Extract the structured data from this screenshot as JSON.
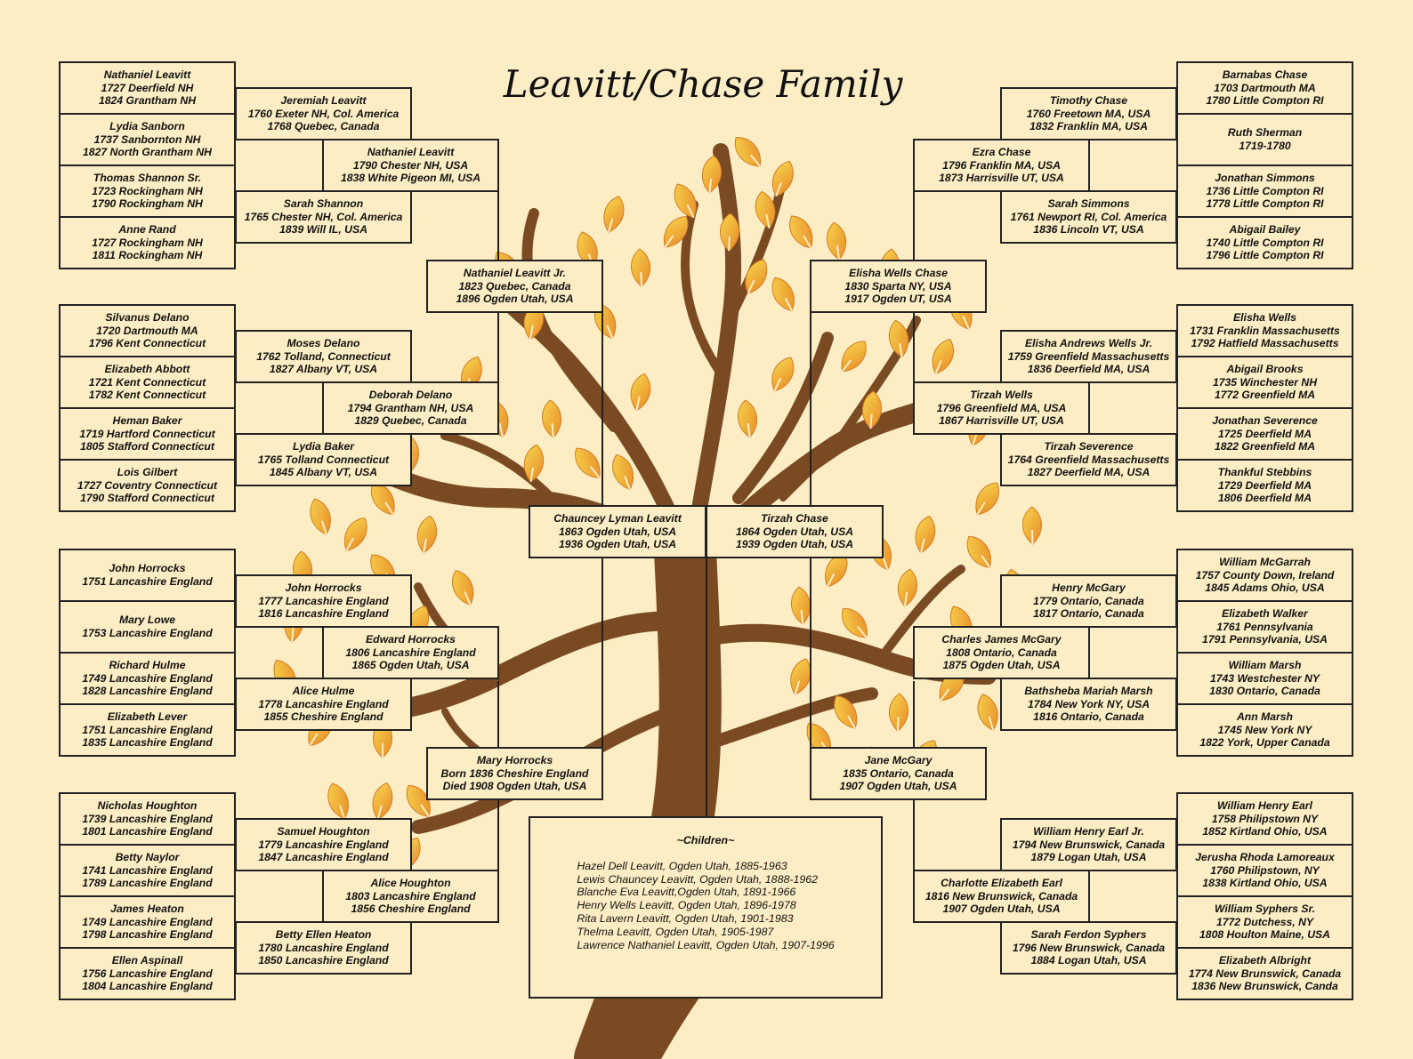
{
  "title": "Leavitt/Chase Family",
  "colors": {
    "background": "#fcedc4",
    "trunk": "#7a4a23",
    "leaf_light": "#f6d24a",
    "leaf_dark": "#e8902a",
    "border": "#222222"
  },
  "left": {
    "great_great_grandparents": [
      {
        "name": "Nathaniel Leavitt",
        "line2": "1727 Deerfield NH",
        "line3": "1824 Grantham NH"
      },
      {
        "name": "Lydia Sanborn",
        "line2": "1737 Sanbornton NH",
        "line3": "1827 North Grantham NH"
      },
      {
        "name": "Thomas Shannon Sr.",
        "line2": "1723 Rockingham NH",
        "line3": "1790 Rockingham NH"
      },
      {
        "name": "Anne Rand",
        "line2": "1727 Rockingham NH",
        "line3": "1811 Rockingham NH"
      },
      {
        "name": "Silvanus Delano",
        "line2": "1720 Dartmouth MA",
        "line3": "1796 Kent Connecticut"
      },
      {
        "name": "Elizabeth Abbott",
        "line2": "1721 Kent Connecticut",
        "line3": "1782 Kent Connecticut"
      },
      {
        "name": "Heman Baker",
        "line2": "1719 Hartford Connecticut",
        "line3": "1805 Stafford Connecticut"
      },
      {
        "name": "Lois Gilbert",
        "line2": "1727 Coventry Connecticut",
        "line3": "1790 Stafford Connecticut"
      },
      {
        "name": "John Horrocks",
        "line2": "1751 Lancashire England",
        "line3": ""
      },
      {
        "name": "Mary Lowe",
        "line2": "1753 Lancashire England",
        "line3": ""
      },
      {
        "name": "Richard Hulme",
        "line2": "1749 Lancashire England",
        "line3": "1828 Lancashire England"
      },
      {
        "name": "Elizabeth Lever",
        "line2": "1751 Lancashire England",
        "line3": "1835 Lancashire England"
      },
      {
        "name": "Nicholas Houghton",
        "line2": "1739 Lancashire England",
        "line3": "1801 Lancashire England"
      },
      {
        "name": "Betty Naylor",
        "line2": "1741 Lancashire England",
        "line3": "1789 Lancashire England"
      },
      {
        "name": "James Heaton",
        "line2": "1749 Lancashire England",
        "line3": "1798 Lancashire England"
      },
      {
        "name": "Ellen Aspinall",
        "line2": "1756 Lancashire England",
        "line3": "1804 Lancashire England"
      }
    ],
    "great_grandparents": [
      {
        "name": "Jeremiah Leavitt",
        "line2": "1760 Exeter NH, Col. America",
        "line3": "1768 Quebec, Canada"
      },
      {
        "name": "Sarah Shannon",
        "line2": "1765 Chester NH, Col. America",
        "line3": "1839 Will IL, USA"
      },
      {
        "name": "Moses Delano",
        "line2": "1762 Tolland, Connecticut",
        "line3": "1827 Albany VT, USA"
      },
      {
        "name": "Lydia Baker",
        "line2": "1765 Tolland Connecticut",
        "line3": "1845 Albany VT, USA"
      },
      {
        "name": "John Horrocks",
        "line2": "1777 Lancashire England",
        "line3": "1816 Lancashire England"
      },
      {
        "name": "Alice Hulme",
        "line2": "1778 Lancashire England",
        "line3": "1855 Cheshire England"
      },
      {
        "name": "Samuel Houghton",
        "line2": "1779 Lancashire England",
        "line3": "1847 Lancashire England"
      },
      {
        "name": "Betty Ellen Heaton",
        "line2": "1780 Lancashire England",
        "line3": "1850 Lancashire England"
      }
    ],
    "grandparents": [
      {
        "name": "Nathaniel Leavitt",
        "line2": "1790 Chester NH, USA",
        "line3": "1838 White Pigeon MI, USA"
      },
      {
        "name": "Deborah Delano",
        "line2": "1794 Grantham NH, USA",
        "line3": "1829 Quebec, Canada"
      },
      {
        "name": "Edward Horrocks",
        "line2": "1806 Lancashire England",
        "line3": "1865 Ogden Utah, USA"
      },
      {
        "name": "Alice Houghton",
        "line2": "1803 Lancashire England",
        "line3": "1856 Cheshire England"
      }
    ],
    "parents": [
      {
        "name": "Nathaniel Leavitt Jr.",
        "line2": "1823 Quebec, Canada",
        "line3": "1896 Ogden Utah, USA"
      },
      {
        "name": "Mary Horrocks",
        "line2": "Born 1836 Cheshire England",
        "line3": "Died 1908 Ogden Utah, USA"
      }
    ]
  },
  "right": {
    "great_great_grandparents": [
      {
        "name": "Barnabas Chase",
        "line2": "1703 Dartmouth MA",
        "line3": "1780 Little Compton RI"
      },
      {
        "name": "Ruth Sherman",
        "line2": "1719-1780",
        "line3": ""
      },
      {
        "name": "Jonathan Simmons",
        "line2": "1736 Little Compton RI",
        "line3": "1778 Little Compton RI"
      },
      {
        "name": "Abigail Bailey",
        "line2": "1740 Little Compton RI",
        "line3": "1796 Little Compton RI"
      },
      {
        "name": "Elisha Wells",
        "line2": "1731 Franklin Massachusetts",
        "line3": "1792 Hatfield Massachusetts"
      },
      {
        "name": "Abigail Brooks",
        "line2": "1735 Winchester NH",
        "line3": "1772 Greenfield MA"
      },
      {
        "name": "Jonathan Severence",
        "line2": "1725 Deerfield MA",
        "line3": "1822 Greenfield MA"
      },
      {
        "name": "Thankful Stebbins",
        "line2": "1729 Deerfield MA",
        "line3": "1806 Deerfield MA"
      },
      {
        "name": "William McGarrah",
        "line2": "1757 County Down, Ireland",
        "line3": "1845 Adams Ohio, USA"
      },
      {
        "name": "Elizabeth Walker",
        "line2": "1761 Pennsylvania",
        "line3": "1791 Pennsylvania, USA"
      },
      {
        "name": "William Marsh",
        "line2": "1743 Westchester NY",
        "line3": "1830 Ontario, Canada"
      },
      {
        "name": "Ann Marsh",
        "line2": "1745 New York NY",
        "line3": "1822 York, Upper Canada"
      },
      {
        "name": "William Henry Earl",
        "line2": "1758 Philipstown NY",
        "line3": "1852 Kirtland Ohio, USA"
      },
      {
        "name": "Jerusha Rhoda Lamoreaux",
        "line2": "1760 Philipstown, NY",
        "line3": "1838 Kirtland Ohio, USA"
      },
      {
        "name": "William Syphers Sr.",
        "line2": "1772 Dutchess, NY",
        "line3": "1808 Houlton Maine, USA"
      },
      {
        "name": "Elizabeth Albright",
        "line2": "1774 New Brunswick, Canada",
        "line3": "1836 New Brunswick, Canda"
      }
    ],
    "great_grandparents": [
      {
        "name": "Timothy Chase",
        "line2": "1760 Freetown MA, USA",
        "line3": "1832 Franklin MA, USA"
      },
      {
        "name": "Sarah Simmons",
        "line2": "1761 Newport RI, Col. America",
        "line3": "1836 Lincoln VT, USA"
      },
      {
        "name": "Elisha Andrews Wells Jr.",
        "line2": "1759 Greenfield Massachusetts",
        "line3": "1836 Deerfield MA, USA"
      },
      {
        "name": "Tirzah Severence",
        "line2": "1764 Greenfield Massachusetts",
        "line3": "1827 Deerfield MA, USA"
      },
      {
        "name": "Henry McGary",
        "line2": "1779 Ontario, Canada",
        "line3": "1817 Ontario, Canada"
      },
      {
        "name": "Bathsheba Mariah Marsh",
        "line2": "1784 New York NY, USA",
        "line3": "1816 Ontario, Canada"
      },
      {
        "name": "William Henry Earl Jr.",
        "line2": "1794 New Brunswick, Canada",
        "line3": "1879 Logan Utah, USA"
      },
      {
        "name": "Sarah Ferdon Syphers",
        "line2": "1796 New Brunswick, Canada",
        "line3": "1884 Logan Utah, USA"
      }
    ],
    "grandparents": [
      {
        "name": "Ezra Chase",
        "line2": "1796 Franklin MA, USA",
        "line3": "1873 Harrisville UT, USA"
      },
      {
        "name": "Tirzah Wells",
        "line2": "1796 Greenfield MA, USA",
        "line3": "1867 Harrisville UT, USA"
      },
      {
        "name": "Charles James McGary",
        "line2": "1808 Ontario, Canada",
        "line3": "1875 Ogden Utah, USA"
      },
      {
        "name": "Charlotte Elizabeth Earl",
        "line2": "1816 New Brunswick, Canada",
        "line3": "1907 Ogden Utah, USA"
      }
    ],
    "parents": [
      {
        "name": "Elisha Wells Chase",
        "line2": "1830 Sparta NY, USA",
        "line3": "1917 Ogden UT, USA"
      },
      {
        "name": "Jane McGary",
        "line2": "1835 Ontario, Canada",
        "line3": "1907 Ogden Utah, USA"
      }
    ]
  },
  "couple": [
    {
      "name": "Chauncey Lyman Leavitt",
      "line2": "1863 Ogden Utah, USA",
      "line3": "1936 Ogden Utah, USA"
    },
    {
      "name": "Tirzah Chase",
      "line2": "1864 Ogden Utah, USA",
      "line3": "1939 Ogden Utah, USA"
    }
  ],
  "children": {
    "title": "~Children~",
    "items": [
      "Hazel Dell Leavitt, Ogden Utah, 1885-1963",
      "Lewis Chauncey Leavitt, Ogden Utah, 1888-1962",
      "Blanche Eva Leavitt,Ogden Utah, 1891-1966",
      "Henry Wells Leavitt, Ogden Utah, 1896-1978",
      "Rita Lavern Leavitt, Ogden Utah, 1901-1983",
      "Thelma Leavitt, Ogden Utah, 1905-1987",
      "Lawrence Nathaniel Leavitt, Ogden Utah, 1907-1996"
    ]
  }
}
